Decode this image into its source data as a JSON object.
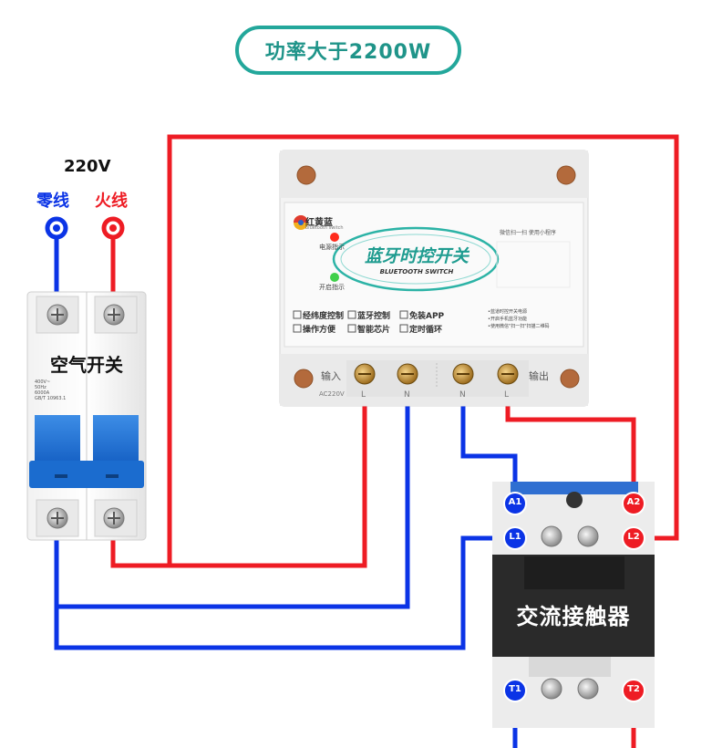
{
  "title": "功率大于2200W",
  "supply": {
    "voltage": "220V",
    "neutral_label": "零线",
    "live_label": "火线"
  },
  "breaker": {
    "label": "空气开关",
    "spec_lines": [
      "400V~",
      "50Hz",
      "6000A",
      "GB/T 10963.1"
    ]
  },
  "timer_switch": {
    "brand": "红黄蓝",
    "brand_sub": "bluetooth switch",
    "power_indicator": "电源指示",
    "open_indicator": "开启指示",
    "title_cn": "蓝牙时控开关",
    "title_en": "BLUETOOTH SWITCH",
    "scan_hint": "微信扫一扫 使用小程序",
    "features": [
      "经纬度控制",
      "蓝牙控制",
      "免装APP",
      "操作方便",
      "智能芯片",
      "定时循环"
    ],
    "notes": [
      "•蓝道时控开关电源",
      "•开启手机蓝牙功能",
      "•使用微信\"扫一扫\"扫描二维码"
    ],
    "input_label": "输入",
    "output_label": "输出",
    "input_voltage": "AC220V",
    "terminals": [
      "L",
      "N",
      "N",
      "L"
    ]
  },
  "contactor": {
    "label": "交流接触器",
    "terminals": {
      "A1": "A1",
      "A2": "A2",
      "L1": "L1",
      "L2": "L2",
      "T1": "T1",
      "T2": "T2"
    }
  },
  "colors": {
    "live": "#ee1c24",
    "neutral": "#0b34e6",
    "accent": "#23a79b"
  }
}
